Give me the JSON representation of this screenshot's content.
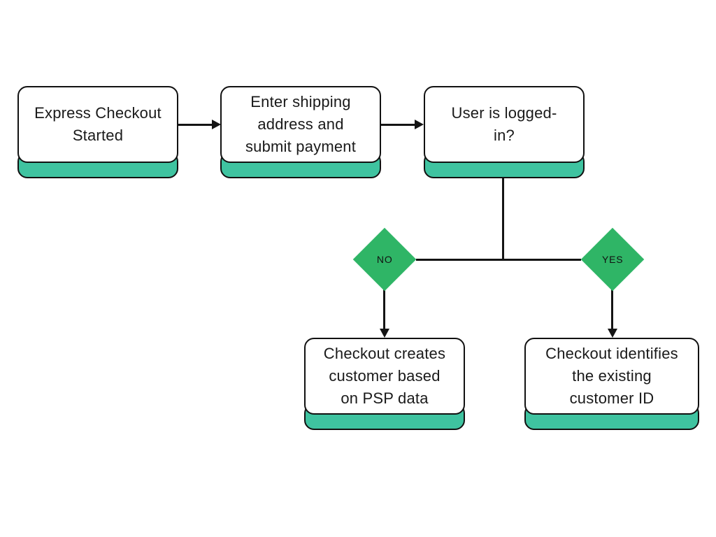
{
  "canvas": {
    "background": "#ffffff"
  },
  "colors": {
    "teal_bar": "#3FC3A0",
    "diamond_green": "#2FB566",
    "line_black": "#141414",
    "text_black": "#1a1a1a",
    "border_black": "#111111"
  },
  "nodes": {
    "start": {
      "label": "Express Checkout\nStarted"
    },
    "shipping": {
      "label": "Enter shipping\naddress and\nsubmit payment"
    },
    "logged_in": {
      "label": "User is logged-\nin?"
    },
    "create_customer": {
      "label": "Checkout creates\ncustomer based\non PSP data"
    },
    "identify_customer": {
      "label": "Checkout identifies\nthe existing\ncustomer ID"
    }
  },
  "decisions": {
    "no": {
      "label": "NO"
    },
    "yes": {
      "label": "YES"
    }
  }
}
